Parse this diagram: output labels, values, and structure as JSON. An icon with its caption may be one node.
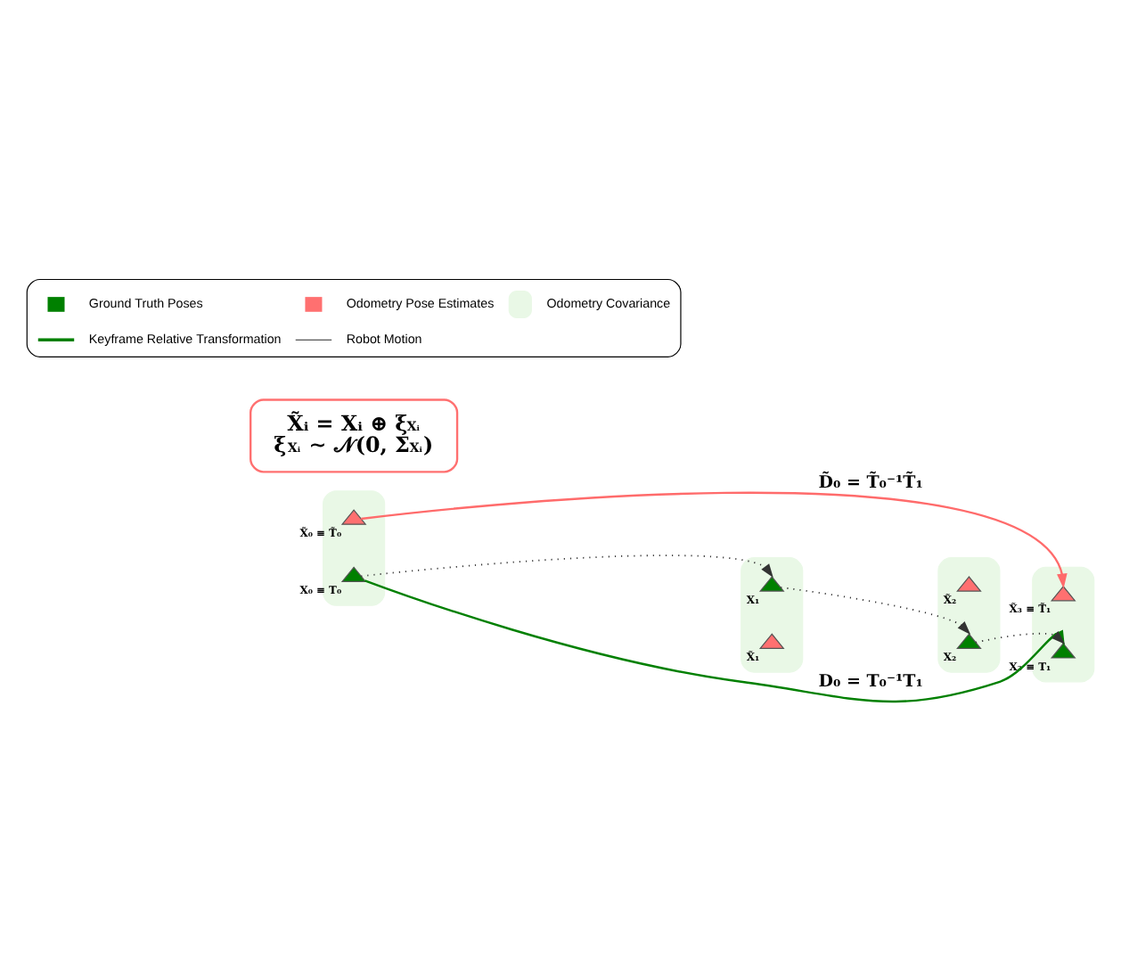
{
  "diagram": {
    "nodes": [
      {
        "text": [],
        "shape": "ellipse"
      },
      {
        "text": [],
        "shape": "triangle",
        "in": 0,
        "beside": [
          "X̃₀ ≡ T̃₀"
        ]
      },
      {
        "text": [],
        "shape": "triangle",
        "in": 0,
        "beside": [
          "X₀ ≡ T₀"
        ]
      },
      {
        "text": [],
        "shape": "ellipse"
      },
      {
        "text": [],
        "shape": "triangle",
        "in": 3,
        "beside": [
          "X₁"
        ]
      },
      {
        "text": [],
        "shape": "triangle",
        "in": 3,
        "beside": [
          "X̃₁"
        ]
      },
      {
        "text": [],
        "shape": "ellipse"
      },
      {
        "text": [],
        "shape": "triangle",
        "in": 6,
        "beside": [
          "X̃₂"
        ]
      },
      {
        "text": [],
        "shape": "triangle",
        "in": 6,
        "beside": [
          "X₂"
        ]
      },
      {
        "text": [],
        "shape": "ellipse"
      },
      {
        "text": [],
        "shape": "triangle",
        "in": 9,
        "beside": [
          "X̃₃ ≡ T̃₁"
        ]
      },
      {
        "text": [],
        "shape": "triangle",
        "in": 9,
        "beside": [
          "X₃ ≡ T₁"
        ]
      },
      {
        "text": [
          "X̃ᵢ = Xᵢ ⊕ ξ$_{Xᵢ}$",
          "ξ$_{Xᵢ}$ ∼ 𝒩(0, Σ$_{Xᵢ}$)"
        ]
      }
    ],
    "edges": [
      {
        "from": 1,
        "to": 10,
        "arrow": "to",
        "label": "D̃₀ = T̃₀⁻¹T̃₁",
        "color": "#ff6b6b"
      },
      {
        "from": 2,
        "to": 11,
        "arrow": "to",
        "label": "D₀ = T₀⁻¹T₁",
        "color": "#008000"
      },
      {
        "from": 2,
        "to": 4,
        "arrow": "to",
        "style": "dashed"
      },
      {
        "from": 4,
        "to": 8,
        "arrow": "to",
        "style": "dashed"
      },
      {
        "from": 8,
        "to": 11,
        "arrow": "to",
        "style": "dashed"
      }
    ],
    "legend": [
      {
        "text": "Ground Truth Poses"
      },
      {
        "text": "Odometry Pose Estimates"
      },
      {
        "text": "Odometry Covariance"
      },
      {
        "text": "Keyframe Relative Transformation"
      },
      {
        "text": "Robot Motion"
      }
    ]
  }
}
